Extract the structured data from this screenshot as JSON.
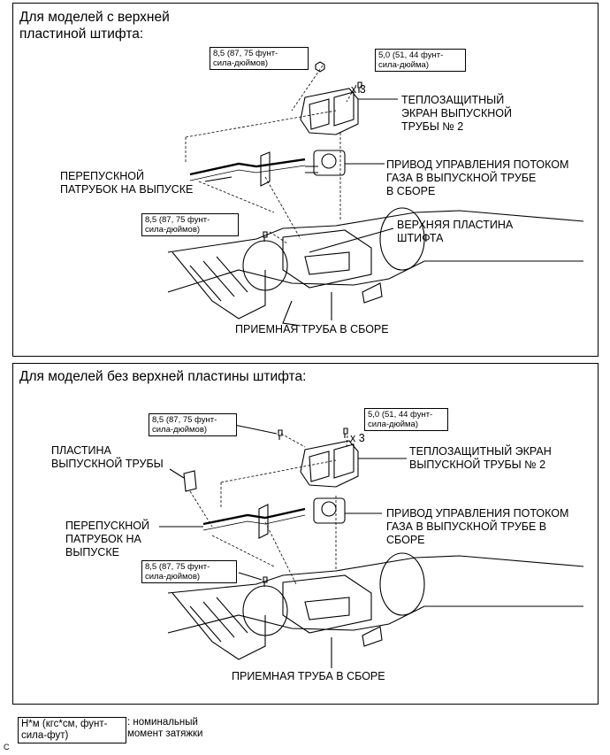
{
  "panel1": {
    "title": "Для моделей с верхней\nпластиной штифта:",
    "torque_bolt": "8,5 (87, 75 фунт-\nсила-дюймов)",
    "torque_nut": "5,0 (51, 44 фунт-\nсила-дюйма)",
    "count": "x 3",
    "heat_shield": "ТЕПЛОЗАЩИТНЫЙ\nЭКРАН ВЫПУСКНОЙ\nТРУБЫ № 2",
    "actuator": "ПРИВОД УПРАВЛЕНИЯ ПОТОКОМ\nГАЗА В ВЫПУСКНОЙ ТРУБЕ\nВ СБОРЕ",
    "bypass": "ПЕРЕПУСКНОЙ\nПАТРУБОК НА ВЫПУСКЕ",
    "torque_lower": "8,5 (87, 75 фунт-\nсила-дюймов)",
    "pin_plate": "ВЕРХНЯЯ ПЛАСТИНА\nШТИФТА",
    "front_pipe": "ПРИЕМНАЯ ТРУБА В СБОРЕ"
  },
  "panel2": {
    "title": "Для моделей без верхней пластины штифта:",
    "torque_bolt": "8,5 (87, 75 фунт-\nсила-дюймов)",
    "torque_nut": "5,0 (51, 44 фунт-\nсила-дюйма)",
    "count": "x 3",
    "heat_shield": "ТЕПЛОЗАЩИТНЫЙ ЭКРАН\nВЫПУСКНОЙ ТРУБЫ № 2",
    "exhaust_plate": "ПЛАСТИНА\nВЫПУСКНОЙ ТРУБЫ",
    "actuator": "ПРИВОД УПРАВЛЕНИЯ ПОТОКОМ\nГАЗА В ВЫПУСКНОЙ ТРУБЕ В\nСБОРЕ",
    "bypass": "ПЕРЕПУСКНОЙ\nПАТРУБОК НА\nВЫПУСКЕ",
    "torque_lower": "8,5 (87, 75 фунт-\nсила-дюймов)",
    "front_pipe": "ПРИЕМНАЯ ТРУБА В СБОРЕ"
  },
  "legend": {
    "unit_box": "Н*м (кгс*см, фунт-\nсила-фут)",
    "description": ": номинальный\nмомент затяжки"
  },
  "corner_code": "C"
}
